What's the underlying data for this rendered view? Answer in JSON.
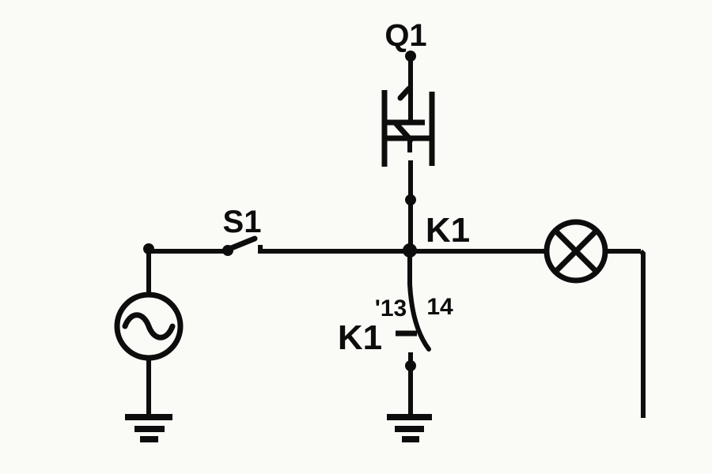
{
  "diagram": {
    "kind": "circuit-schematic",
    "background_color": "#fafaf7",
    "line_color": "#0d0d0d",
    "labels": {
      "breaker_contact": "Q1",
      "switch": "S1",
      "relay_node": "K1",
      "relay_contact": "K1",
      "terminal_left": "'13",
      "terminal_right": "14"
    },
    "components": [
      {
        "name": "breaker-contact-icon",
        "label": "Q1"
      },
      {
        "name": "toggle-switch-icon",
        "label": "S1"
      },
      {
        "name": "relay-contact-icon",
        "label": "K1"
      },
      {
        "name": "ac-source-icon",
        "label": ""
      },
      {
        "name": "lamp-icon",
        "label": ""
      },
      {
        "name": "ground-icon-left",
        "label": ""
      },
      {
        "name": "ground-icon-center",
        "label": ""
      }
    ]
  }
}
